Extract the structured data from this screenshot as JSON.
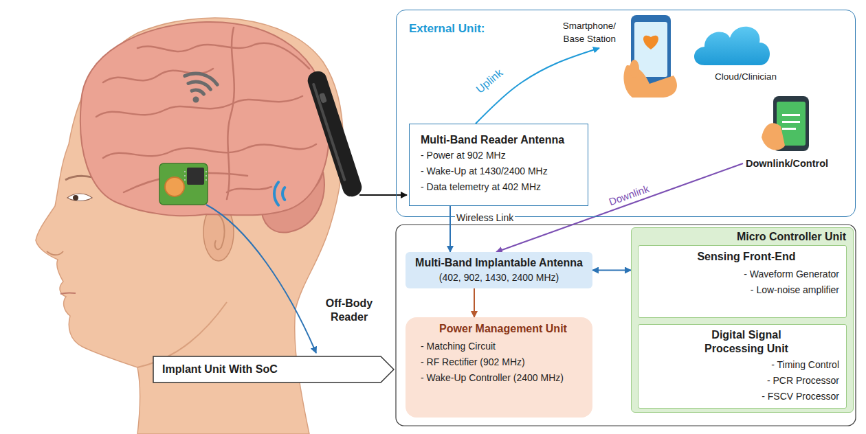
{
  "diagram": {
    "nodes": [
      {
        "text": [
          "External Unit:"
        ]
      },
      {
        "text": [
          "Smartphone/ Base Station"
        ],
        "in": 0
      },
      {
        "text": [
          "Cloud/Clinician"
        ],
        "in": 0
      },
      {
        "text": [
          "Multi-Band Reader Antenna",
          "- Power at 902 MHz",
          "- Wake-Up at 1430/2400 MHz",
          "- Data telemetry at 402 MHz"
        ],
        "in": 0
      },
      {
        "text": [
          "Downlink/Control"
        ],
        "in": 0
      },
      {
        "text": [
          "Implant Unit With SoC"
        ]
      },
      {
        "text": [
          "Multi-Band Implantable Antenna",
          "(402, 902, 1430, 2400 MHz)"
        ]
      },
      {
        "text": [
          "Power Management Unit",
          "- Matching Circuit",
          "- RF Rectifier (902 MHz)",
          "- Wake-Up Controller (2400 MHz)"
        ]
      },
      {
        "text": [
          "Micro Controller Unit"
        ]
      },
      {
        "text": [
          "Sensing Front-End",
          "- Waveform Generator",
          "- Low-noise amplifier"
        ],
        "in": 8
      },
      {
        "text": [
          "Digital Signal Processing Unit",
          "- Timing Control",
          "- PCR Processor",
          "- FSCV Processor"
        ],
        "in": 8
      }
    ],
    "edges": [
      {
        "from": 3,
        "to": 1,
        "arrow": "to",
        "label": "Uplink"
      },
      {
        "from": 3,
        "to": 6,
        "arrow": "to",
        "label": "Wireless Link"
      },
      {
        "from": 4,
        "to": 6,
        "arrow": "to",
        "label": "Downlink"
      },
      {
        "from": 6,
        "to": 7,
        "arrow": "to"
      },
      {
        "from": 6,
        "to": 8,
        "arrow": "both"
      }
    ],
    "labels": [
      "Off-Body Reader"
    ]
  }
}
